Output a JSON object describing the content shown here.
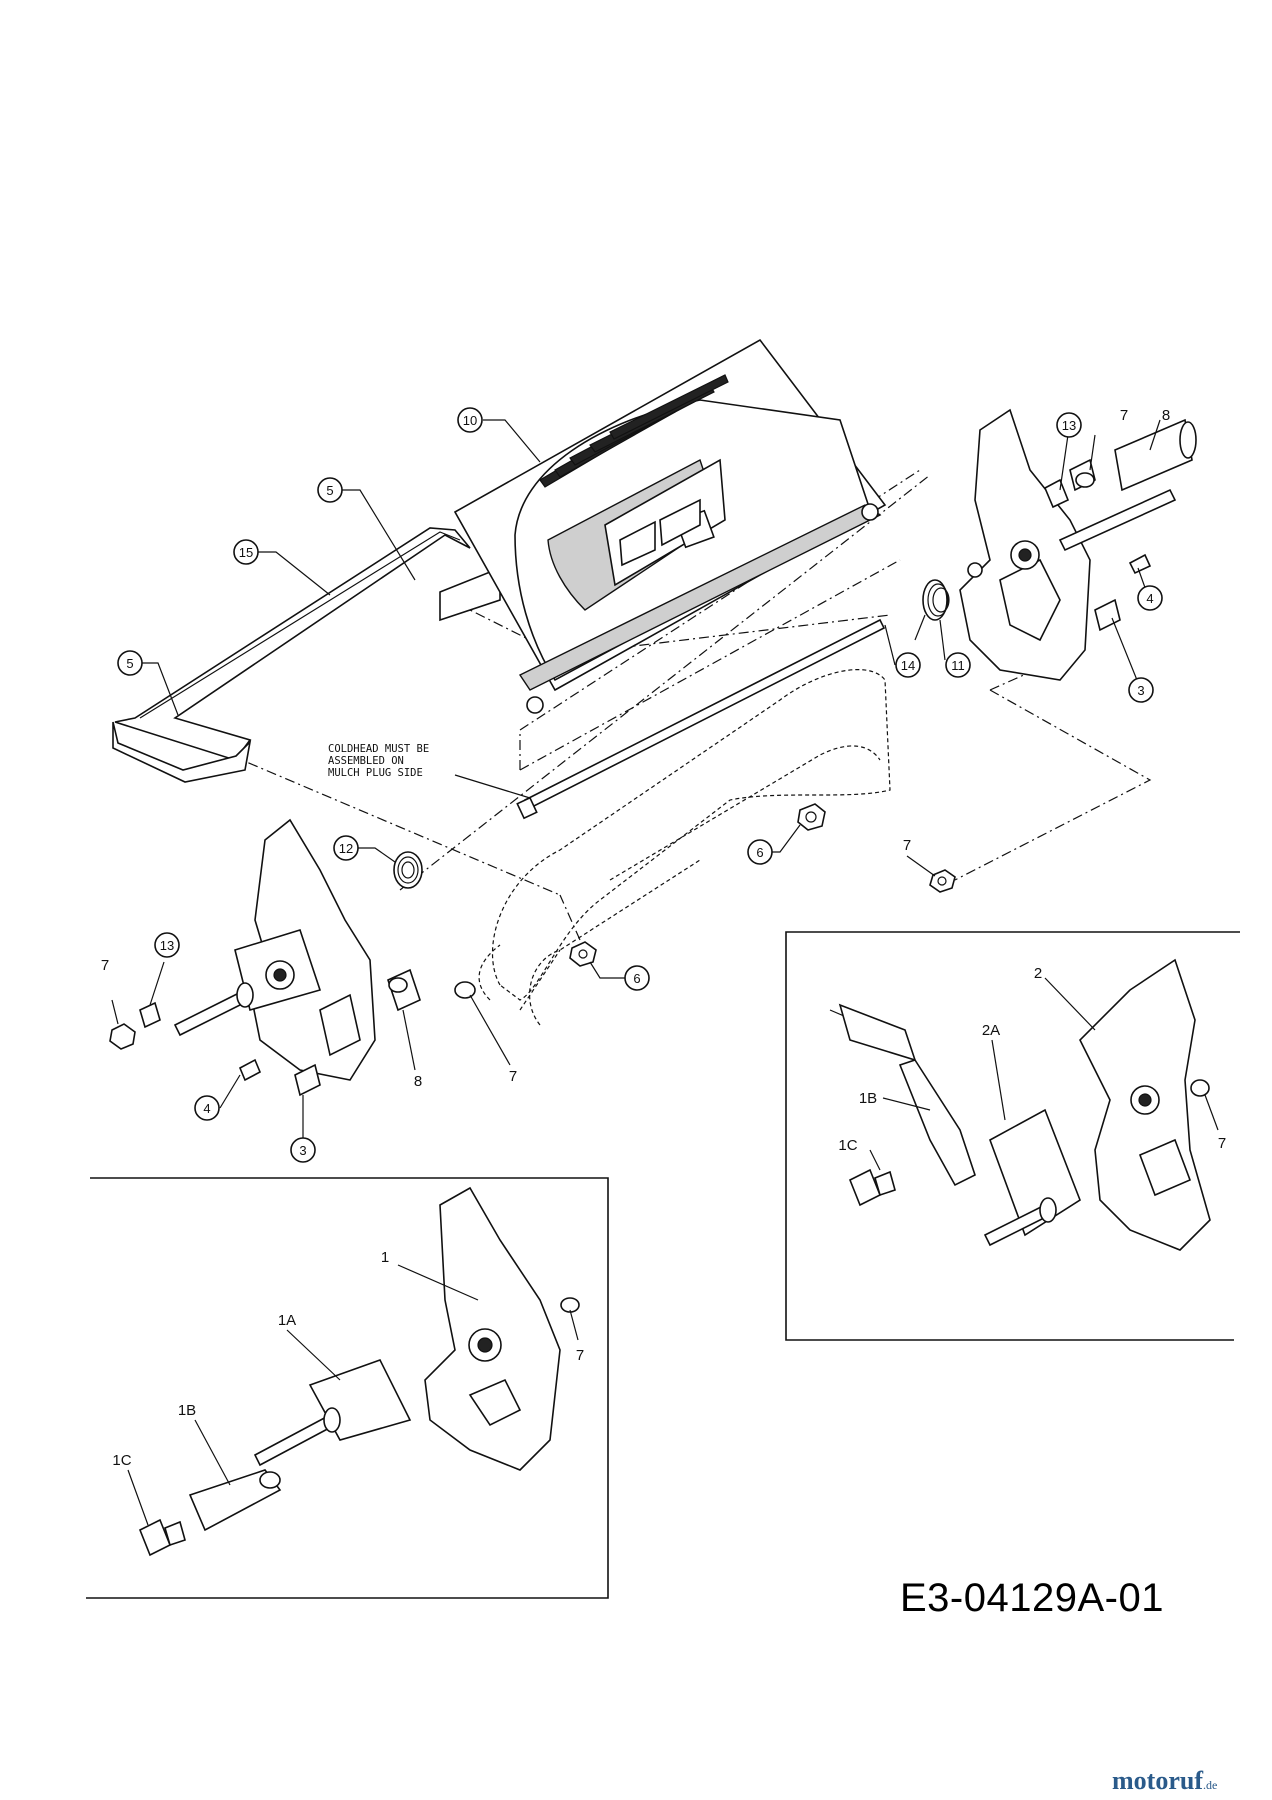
{
  "callouts": {
    "c10": "10",
    "c5a": "5",
    "c15": "15",
    "c5b": "5",
    "c13a": "13",
    "c7a": "7",
    "c8a": "8",
    "c4a": "4",
    "c3a": "3",
    "c14": "14",
    "c11": "11",
    "c12": "12",
    "c6a": "6",
    "c6b": "6",
    "c7b": "7",
    "c7c": "7",
    "c13b": "13",
    "c4b": "4",
    "c3b": "3",
    "c8b": "8",
    "c7d": "7"
  },
  "note": {
    "line1": "COLDHEAD MUST BE",
    "line2": "ASSEMBLED ON",
    "line3": "MULCH PLUG SIDE"
  },
  "inset_left": {
    "label_1": "1",
    "label_1a": "1A",
    "label_1b": "1B",
    "label_1c": "1C",
    "label_7": "7"
  },
  "inset_right": {
    "label_2": "2",
    "label_2a": "2A",
    "label_1b": "1B",
    "label_1c": "1C",
    "label_7": "7"
  },
  "reference_code": "E3-04129A-01",
  "watermark": {
    "brand": "motoruf",
    "tld": ".de"
  }
}
